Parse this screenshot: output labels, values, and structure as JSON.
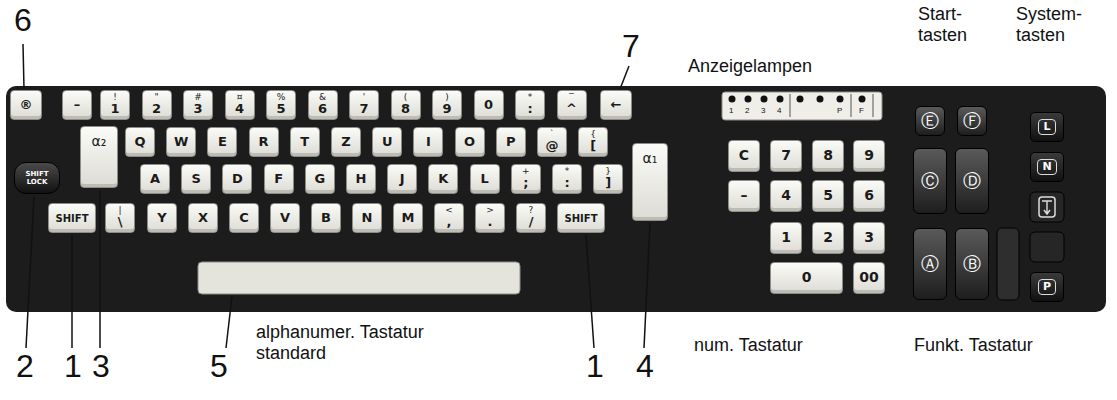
{
  "diagram": {
    "nodes": [
      {
        "text": [
          "®"
        ]
      },
      {
        "text": [
          "–"
        ]
      },
      {
        "text": [
          "!",
          "1"
        ]
      },
      {
        "text": [
          "\"",
          "2"
        ]
      },
      {
        "text": [
          "#",
          "3"
        ]
      },
      {
        "text": [
          "¤",
          "4"
        ]
      },
      {
        "text": [
          "%",
          "5"
        ]
      },
      {
        "text": [
          "&",
          "6"
        ]
      },
      {
        "text": [
          "'",
          "7"
        ]
      },
      {
        "text": [
          "(",
          "8"
        ]
      },
      {
        "text": [
          ")",
          "9"
        ]
      },
      {
        "text": [
          "0"
        ]
      },
      {
        "text": [
          "*",
          ":"
        ]
      },
      {
        "text": [
          "‾",
          "^"
        ]
      },
      {
        "text": [
          "←"
        ]
      },
      {
        "text": [
          "α₂"
        ]
      },
      {
        "text": [
          "Q"
        ]
      },
      {
        "text": [
          "W"
        ]
      },
      {
        "text": [
          "E"
        ]
      },
      {
        "text": [
          "R"
        ]
      },
      {
        "text": [
          "T"
        ]
      },
      {
        "text": [
          "Z"
        ]
      },
      {
        "text": [
          "U"
        ]
      },
      {
        "text": [
          "I"
        ]
      },
      {
        "text": [
          "O"
        ]
      },
      {
        "text": [
          "P"
        ]
      },
      {
        "text": [
          "`",
          "@"
        ]
      },
      {
        "text": [
          "{",
          "["
        ]
      },
      {
        "text": [
          "α₁"
        ]
      },
      {
        "text": [
          "SHIFT LOCK"
        ]
      },
      {
        "text": [
          "A"
        ]
      },
      {
        "text": [
          "S"
        ]
      },
      {
        "text": [
          "D"
        ]
      },
      {
        "text": [
          "F"
        ]
      },
      {
        "text": [
          "G"
        ]
      },
      {
        "text": [
          "H"
        ]
      },
      {
        "text": [
          "J"
        ]
      },
      {
        "text": [
          "K"
        ]
      },
      {
        "text": [
          "L"
        ]
      },
      {
        "text": [
          "+",
          ";"
        ]
      },
      {
        "text": [
          "*",
          ":"
        ]
      },
      {
        "text": [
          "}",
          "]"
        ]
      },
      {
        "text": [
          "SHIFT"
        ]
      },
      {
        "text": [
          "|",
          "\\"
        ]
      },
      {
        "text": [
          "Y"
        ]
      },
      {
        "text": [
          "X"
        ]
      },
      {
        "text": [
          "C"
        ]
      },
      {
        "text": [
          "V"
        ]
      },
      {
        "text": [
          "B"
        ]
      },
      {
        "text": [
          "N"
        ]
      },
      {
        "text": [
          "M"
        ]
      },
      {
        "text": [
          "<",
          ","
        ]
      },
      {
        "text": [
          ">",
          "."
        ]
      },
      {
        "text": [
          "?",
          "/"
        ]
      },
      {
        "text": [
          "SHIFT"
        ]
      },
      {
        "text": [
          "C"
        ]
      },
      {
        "text": [
          "7"
        ]
      },
      {
        "text": [
          "8"
        ]
      },
      {
        "text": [
          "9"
        ]
      },
      {
        "text": [
          "–"
        ]
      },
      {
        "text": [
          "4"
        ]
      },
      {
        "text": [
          "5"
        ]
      },
      {
        "text": [
          "6"
        ]
      },
      {
        "text": [
          "1"
        ]
      },
      {
        "text": [
          "2"
        ]
      },
      {
        "text": [
          "3"
        ]
      },
      {
        "text": [
          "0"
        ]
      },
      {
        "text": [
          "00"
        ]
      },
      {
        "text": [
          "Ⓔ"
        ]
      },
      {
        "text": [
          "Ⓕ"
        ]
      },
      {
        "text": [
          "Ⓒ"
        ]
      },
      {
        "text": [
          "Ⓓ"
        ]
      },
      {
        "text": [
          "Ⓐ"
        ]
      },
      {
        "text": [
          "Ⓑ"
        ]
      },
      {
        "text": [
          "L"
        ]
      },
      {
        "text": [
          "N"
        ]
      },
      {
        "text": [
          "P"
        ]
      }
    ],
    "labels": [
      "6",
      "7",
      "Anzeigelampen",
      "Start- tasten",
      "System- tasten",
      "1",
      "2",
      "3",
      "4",
      "P",
      "F",
      "2",
      "1",
      "3",
      "5",
      "alphanumer. Tastatur standard",
      "1",
      "4",
      "num. Tastatur",
      "Funkt. Tastatur"
    ]
  }
}
